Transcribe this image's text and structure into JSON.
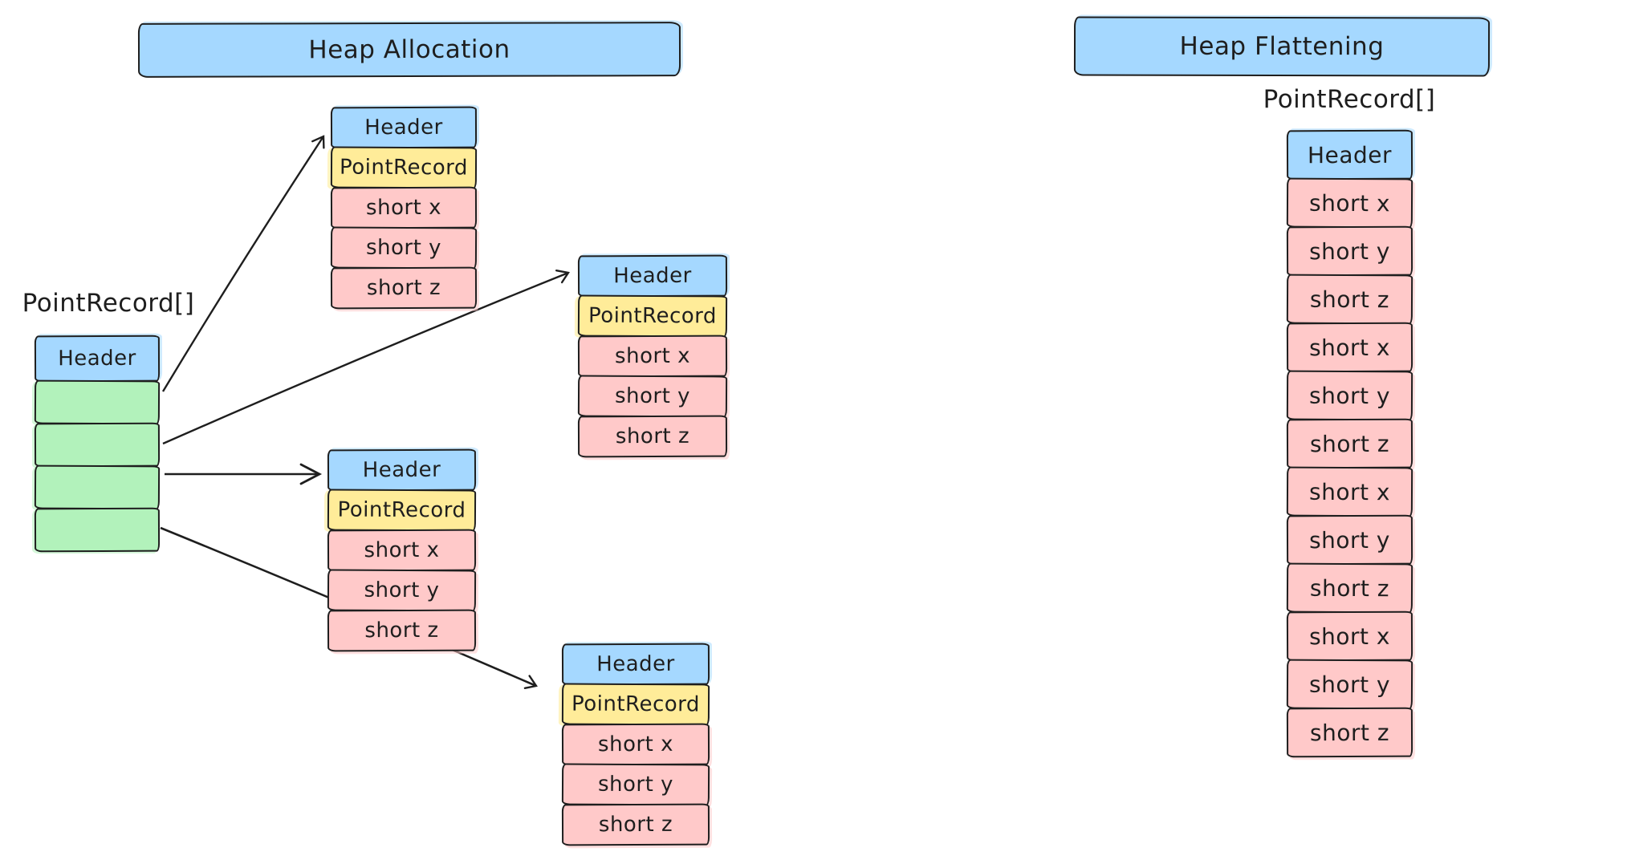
{
  "left_panel": {
    "title": "Heap Allocation",
    "array_label": "PointRecord[]",
    "array": {
      "header_label": "Header",
      "slot_count": 4
    },
    "objects": [
      {
        "cells": [
          "Header",
          "PointRecord",
          "short x",
          "short y",
          "short z"
        ]
      },
      {
        "cells": [
          "Header",
          "PointRecord",
          "short x",
          "short y",
          "short z"
        ]
      },
      {
        "cells": [
          "Header",
          "PointRecord",
          "short x",
          "short y",
          "short z"
        ]
      },
      {
        "cells": [
          "Header",
          "PointRecord",
          "short x",
          "short y",
          "short z"
        ]
      }
    ]
  },
  "right_panel": {
    "title": "Heap Flattening",
    "array_label": "PointRecord[]",
    "cells": [
      "Header",
      "short x",
      "short y",
      "short z",
      "short x",
      "short y",
      "short z",
      "short x",
      "short y",
      "short z",
      "short x",
      "short y",
      "short z"
    ]
  },
  "colors": {
    "header_fill": "#a5d8ff",
    "record_fill": "#ffec99",
    "field_fill": "#ffc9c9",
    "slot_fill": "#b2f2bb",
    "stroke": "#1e1e1e"
  }
}
